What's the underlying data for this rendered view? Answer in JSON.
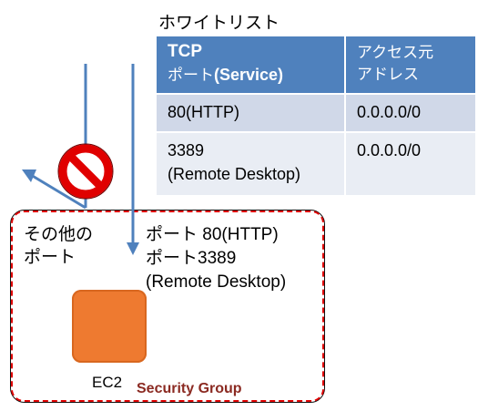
{
  "whitelist": {
    "title": "ホワイトリスト",
    "header": {
      "port_line1": "TCP",
      "port_line2_prefix": "ポート",
      "port_line2_bold": "(Service)",
      "address_line1": "アクセス元",
      "address_line2": "アドレス"
    },
    "rows": [
      {
        "port_line1": "80(HTTP)",
        "port_line2": "",
        "address": "0.0.0.0/0"
      },
      {
        "port_line1": "3389",
        "port_line2": "(Remote Desktop)",
        "address": "0.0.0.0/0"
      }
    ]
  },
  "security_group": {
    "label": "Security Group",
    "other_ports_line1": "その他の",
    "other_ports_line2": "ポート",
    "allowed_line1": "ポート 80(HTTP)",
    "allowed_line2": "ポート3389",
    "allowed_line3": "(Remote Desktop)",
    "instance_label": "EC2"
  },
  "colors": {
    "header_blue": "#4f81bd",
    "row_light": "#d0d8e8",
    "row_lighter": "#e9edf4",
    "arrow_blue": "#4f81bd",
    "sg_border_red": "#e00000",
    "ec2_orange": "#ee7a30",
    "sg_label_red": "#8b2a22",
    "prohibit_red": "#e00000"
  }
}
